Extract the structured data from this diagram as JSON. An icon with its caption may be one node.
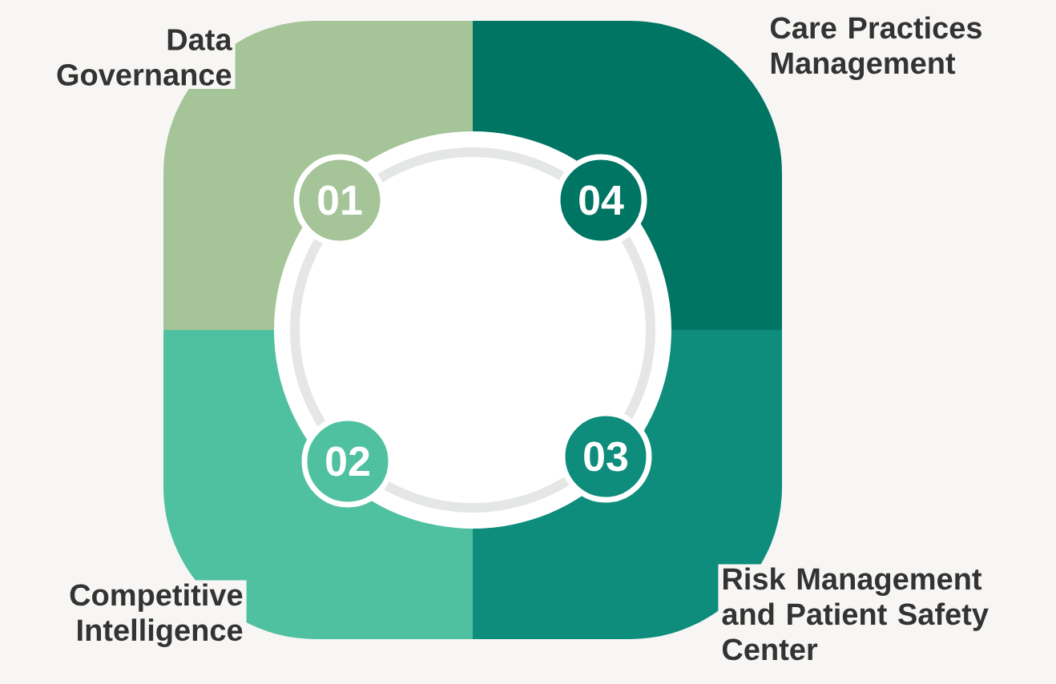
{
  "diagram": {
    "nodes": [
      {
        "text": [
          "Data Governance"
        ]
      },
      {
        "text": [
          "01"
        ],
        "in": 0
      },
      {
        "text": [
          "Care Practices Management"
        ]
      },
      {
        "text": [
          "04"
        ],
        "in": 2
      },
      {
        "text": [
          "Competitive Intelligence"
        ]
      },
      {
        "text": [
          "02"
        ],
        "in": 4
      },
      {
        "text": [
          "Risk Management and Patient Safety Center"
        ]
      },
      {
        "text": [
          "03"
        ],
        "in": 6
      }
    ]
  }
}
